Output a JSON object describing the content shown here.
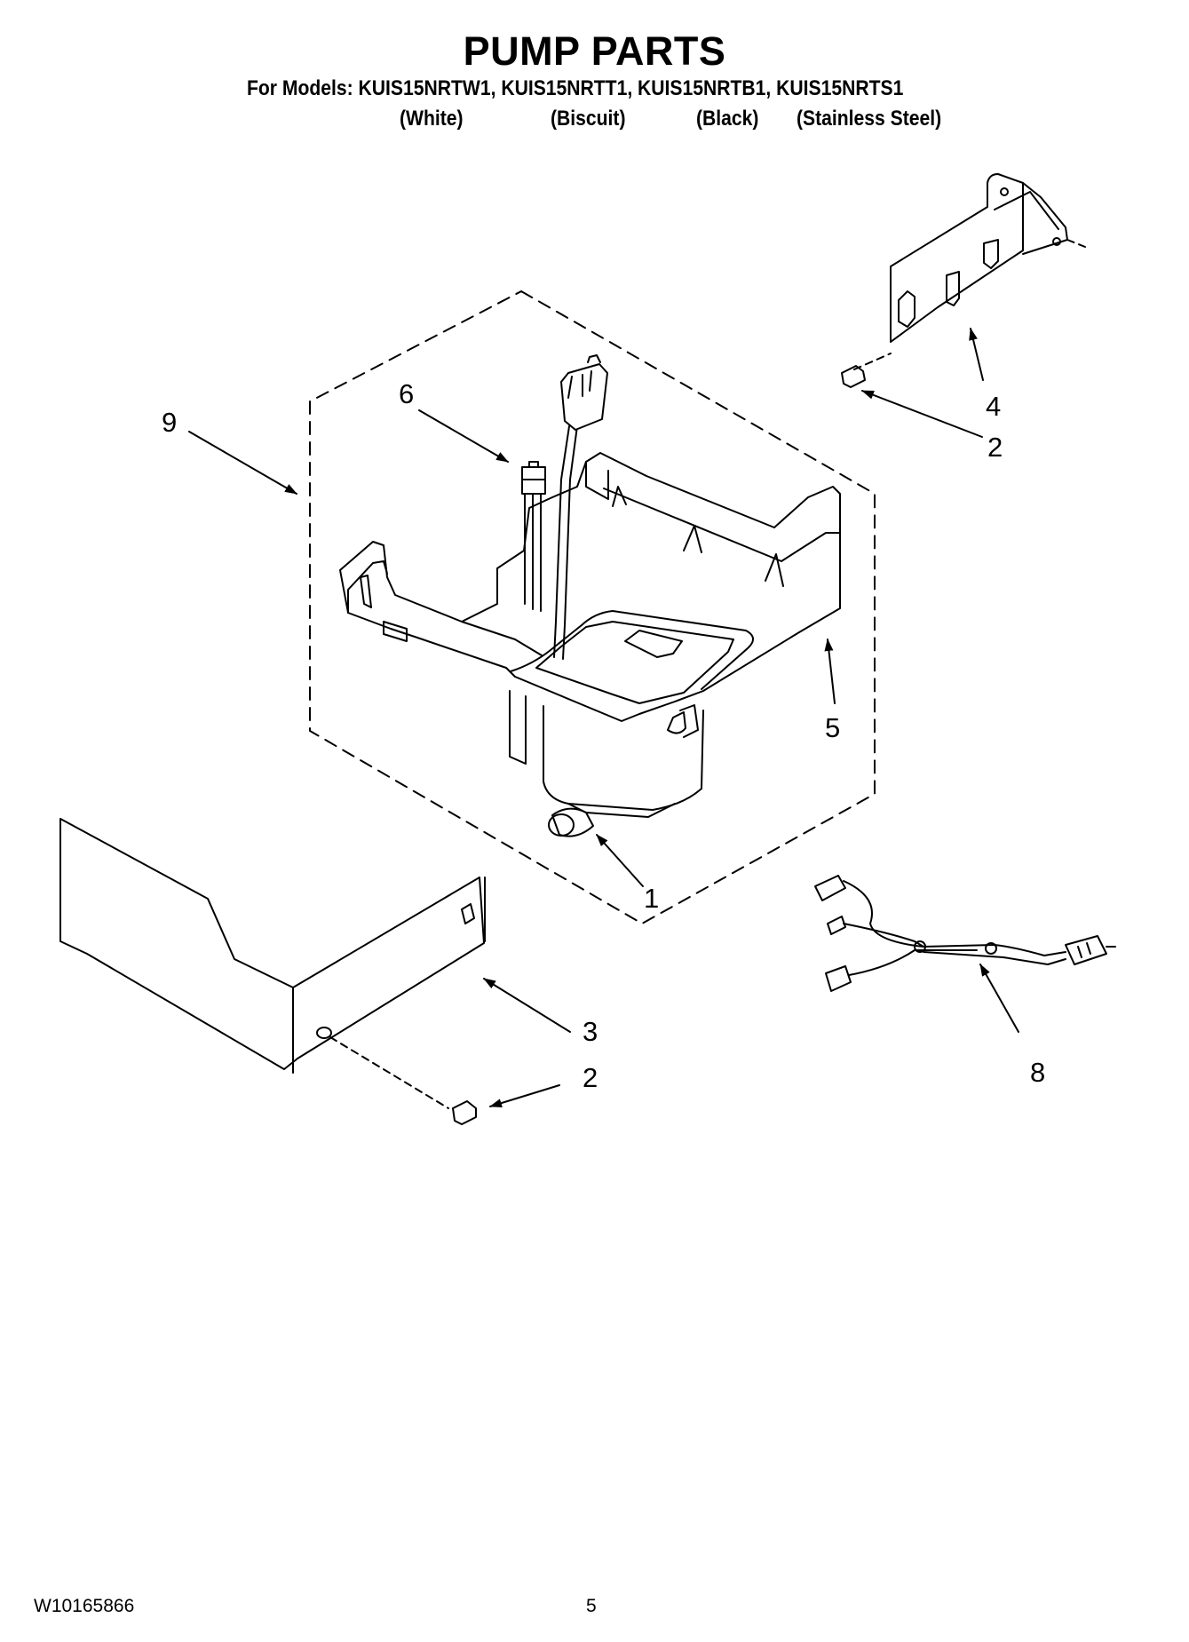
{
  "header": {
    "title": "PUMP PARTS",
    "models_line": "For Models: KUIS15NRTW1, KUIS15NRTT1, KUIS15NRTB1, KUIS15NRTS1",
    "variants": [
      "(White)",
      "(Biscuit)",
      "(Black)",
      "(Stainless Steel)"
    ]
  },
  "callouts": {
    "c1": "1",
    "c2a": "2",
    "c2b": "2",
    "c3": "3",
    "c4": "4",
    "c5": "5",
    "c6": "6",
    "c8": "8",
    "c9": "9"
  },
  "footer": {
    "doc_number": "W10165866",
    "page_number": "5"
  }
}
